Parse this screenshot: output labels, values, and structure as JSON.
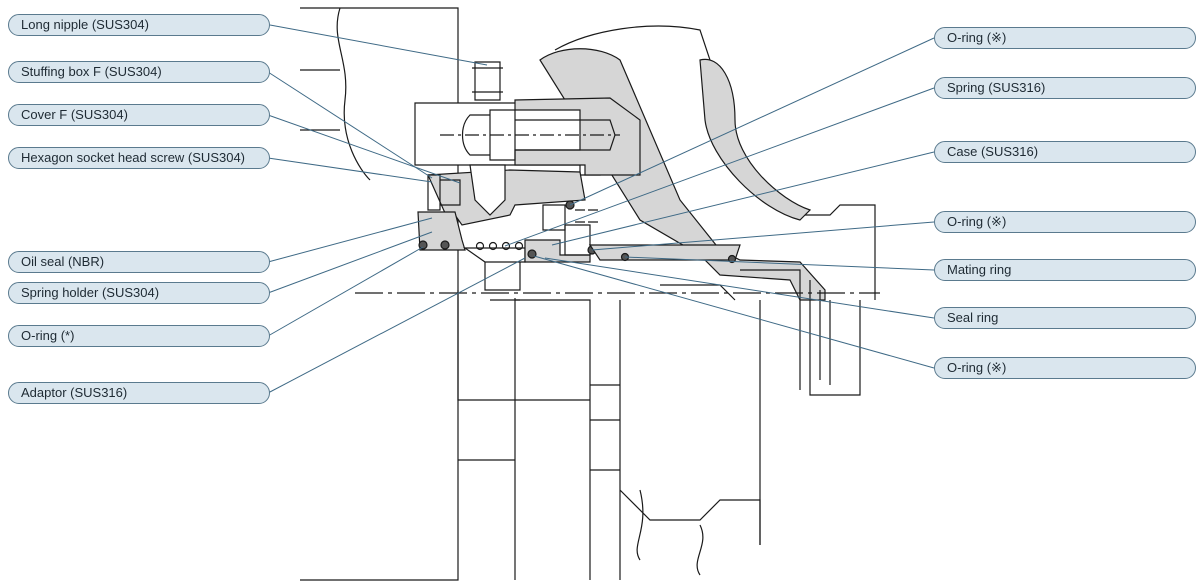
{
  "labels_left": [
    "Long nipple (SUS304)",
    "Stuffing box F (SUS304)",
    "Cover F (SUS304)",
    "Hexagon socket head screw (SUS304)",
    "Oil seal (NBR)",
    "Spring holder (SUS304)",
    "O-ring (*)",
    "Adaptor (SUS316)"
  ],
  "labels_right": [
    "O-ring (※)",
    "Spring (SUS316)",
    "Case (SUS316)",
    "O-ring (※)",
    "Mating ring",
    "Seal ring",
    "O-ring (※)"
  ],
  "colors": {
    "label_fill": "#dae6ee",
    "label_border": "#5a7a8e",
    "part_fill": "#d6d6d6",
    "line": "#1a1a1a",
    "leader": "#3f6a86"
  }
}
